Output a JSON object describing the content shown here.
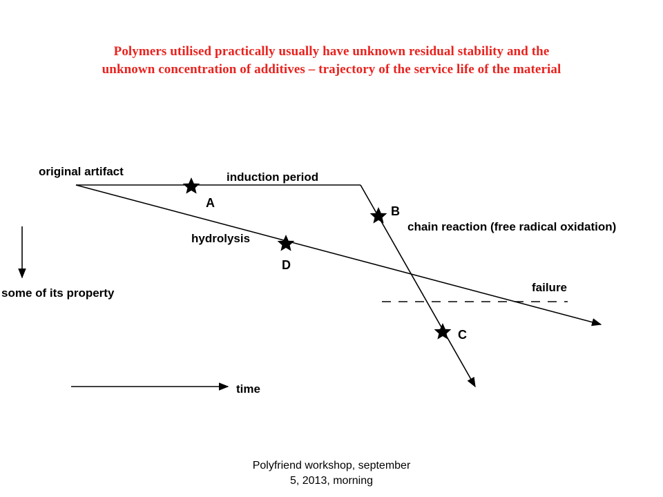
{
  "title": {
    "line1": "Polymers  utilised practically usually have unknown residual stability  and the",
    "line2": "unknown concentration of  additives – trajectory of the service life of the material",
    "color": "#e8231f"
  },
  "diagram": {
    "labels": {
      "original_artifact": "original artifact",
      "induction_period": "induction period",
      "chain_reaction": "chain reaction (free radical oxidation)",
      "hydrolysis": "hydrolysis",
      "some_property": "some of its property",
      "failure": "failure",
      "time": "time"
    },
    "points": {
      "A": "A",
      "B": "B",
      "C": "C",
      "D": "D"
    }
  },
  "footer": {
    "line1": "Polyfriend workshop, september",
    "line2": "5, 2013, morning"
  }
}
